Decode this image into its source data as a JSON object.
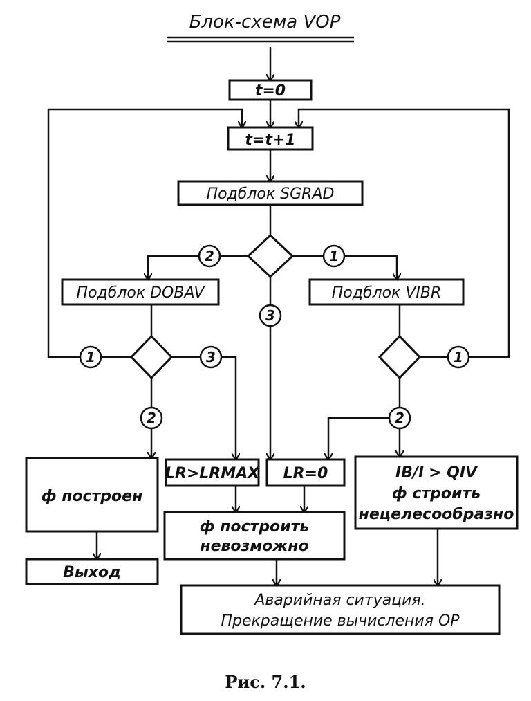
{
  "title": "Блок-схема VOP",
  "caption": "Рис. 7.1.",
  "blocks": {
    "t0": "t=0",
    "tinc": "t=t+1",
    "sgrad": "Подблок SGRAD",
    "dobav": "Подблок DOBAV",
    "vibr": "Подблок VIBR",
    "built": "ф построен",
    "exit": "Выход",
    "lrmax": "LR>LRMAX",
    "lr0": "LR=0",
    "ib_line1": "IB/l > QIV",
    "ib_line2": "ф строить",
    "ib_line3": "нецелесообразно",
    "impossible_line1": "ф построить",
    "impossible_line2": "невозможно",
    "emergency_line1": "Аварийная ситуация.",
    "emergency_line2": "Прекращение вычисления OP"
  },
  "branch_labels": {
    "sgrad_left": "2",
    "sgrad_right": "1",
    "sgrad_down": "3",
    "dobav_left": "1",
    "dobav_right": "3",
    "dobav_down": "2",
    "vibr_right": "1",
    "vibr_down": "2"
  }
}
